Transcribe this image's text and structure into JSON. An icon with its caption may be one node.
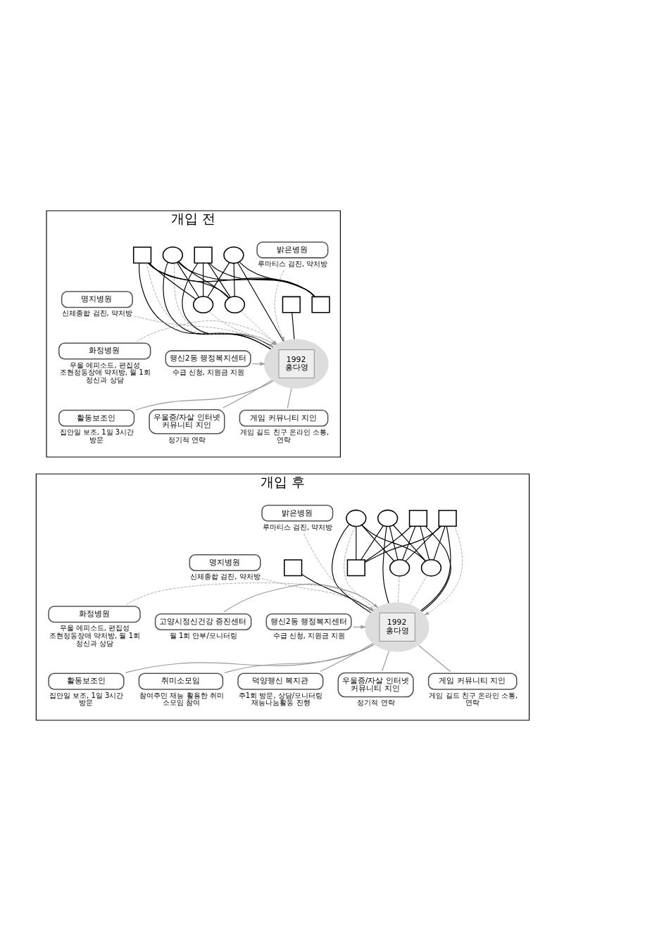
{
  "diagram": {
    "nodes": [
      {
        "text": [
          "개입 전"
        ]
      },
      {
        "text": [],
        "shape": "circle",
        "in": 0
      },
      {
        "text": [],
        "shape": "box",
        "in": 0
      },
      {
        "text": [],
        "shape": "circle",
        "in": 0
      },
      {
        "text": [],
        "shape": "box",
        "in": 0
      },
      {
        "text": [],
        "shape": "circle",
        "in": 0
      },
      {
        "text": [],
        "shape": "circle",
        "in": 0
      },
      {
        "text": [
          "1992",
          "홍다영"
        ],
        "in": 0
      },
      {
        "text": [],
        "shape": "box",
        "in": 0
      },
      {
        "text": [],
        "shape": "box",
        "in": 0
      },
      {
        "text": [
          "밝은병원"
        ],
        "beside": [
          "루마티스 검진, 약처방"
        ],
        "in": 0
      },
      {
        "text": [
          "명지병원"
        ],
        "beside": [
          "신체종합 검진, 약처방"
        ],
        "in": 0
      },
      {
        "text": [
          "화정병원"
        ],
        "beside": [
          "우울 에피소드, 편집성 조현정동장애 약처방, 월 1회 정신과 상담"
        ],
        "in": 0
      },
      {
        "text": [
          "행신2동 행정복지센터"
        ],
        "beside": [
          "수급 신청, 지원금 지원"
        ],
        "in": 0
      },
      {
        "text": [
          "우울증/자살 인터넷 커뮤니티 지인"
        ],
        "beside": [
          "정기적 연락"
        ],
        "in": 0
      },
      {
        "text": [
          "게임 커뮤니티 지인"
        ],
        "beside": [
          "게임 길드 친구 온라인 소통, 연락"
        ],
        "in": 0
      },
      {
        "text": [
          "활동보조인"
        ],
        "beside": [
          "집안일 보조, 1일 3시간 방문"
        ],
        "in": 0
      },
      {
        "text": [
          "개입 후"
        ]
      },
      {
        "text": [],
        "shape": "circle",
        "in": 17
      },
      {
        "text": [],
        "shape": "box",
        "in": 17
      },
      {
        "text": [],
        "shape": "circle",
        "in": 17
      },
      {
        "text": [],
        "shape": "box",
        "in": 17
      },
      {
        "text": [],
        "shape": "circle",
        "in": 17
      },
      {
        "text": [],
        "shape": "circle",
        "in": 17
      },
      {
        "text": [
          "1992",
          "홍다영"
        ],
        "in": 17
      },
      {
        "text": [],
        "shape": "box",
        "in": 17
      },
      {
        "text": [],
        "shape": "box",
        "in": 17
      },
      {
        "text": [
          "밝은병원"
        ],
        "beside": [
          "루마티스 검진, 약처방"
        ],
        "in": 17
      },
      {
        "text": [
          "명지병원"
        ],
        "beside": [
          "신체종합 검진, 약처방"
        ],
        "in": 17
      },
      {
        "text": [
          "화정병원"
        ],
        "beside": [
          "우울 에피소드, 편집성 조현정동장애 약처방, 월 1회 정신과 상담"
        ],
        "in": 17
      },
      {
        "text": [
          "행신2동 행정복지센터"
        ],
        "beside": [
          "수급 신청, 지원금 지원"
        ],
        "in": 17
      },
      {
        "text": [
          "우울증/자살 인터넷 커뮤니티 지인"
        ],
        "beside": [
          "정기적 연락"
        ],
        "in": 17
      },
      {
        "text": [
          "게임 커뮤니티 지인"
        ],
        "beside": [
          "게임 길드 친구 온라인 소통, 연락"
        ],
        "in": 17
      },
      {
        "text": [
          "활동보조인"
        ],
        "beside": [
          "집안일 보조, 1일 3시간 방문"
        ],
        "in": 17
      },
      {
        "text": [
          "고양시정신건강 증진센터"
        ],
        "beside": [
          "월 1회 안부/모니터링"
        ],
        "in": 17
      },
      {
        "text": [
          "취미소모임"
        ],
        "beside": [
          "참여주민 재능 활용한 취미 소모임 참여"
        ],
        "in": 17
      },
      {
        "text": [
          "덕양행신 복지관"
        ],
        "beside": [
          "주1회 방문, 상담/모니터링 재능나눔활동 진행"
        ],
        "in": 17
      }
    ],
    "edges": [
      {
        "from": 1,
        "to": 5,
        "arrow": "none"
      },
      {
        "from": 1,
        "to": 6,
        "arrow": "none"
      },
      {
        "from": 1,
        "to": 7,
        "arrow": "none"
      },
      {
        "from": 1,
        "to": 8,
        "arrow": "none"
      },
      {
        "from": 2,
        "to": 5,
        "arrow": "none"
      },
      {
        "from": 2,
        "to": 6,
        "arrow": "none"
      },
      {
        "from": 2,
        "to": 7,
        "arrow": "none"
      },
      {
        "from": 2,
        "to": 8,
        "arrow": "none"
      },
      {
        "from": 3,
        "to": 5,
        "arrow": "none"
      },
      {
        "from": 3,
        "to": 6,
        "arrow": "none"
      },
      {
        "from": 3,
        "to": 7,
        "arrow": "none"
      },
      {
        "from": 3,
        "to": 8,
        "arrow": "none"
      },
      {
        "from": 4,
        "to": 5,
        "arrow": "none"
      },
      {
        "from": 4,
        "to": 6,
        "arrow": "none"
      },
      {
        "from": 4,
        "to": 7,
        "arrow": "none"
      },
      {
        "from": 4,
        "to": 8,
        "arrow": "none"
      },
      {
        "from": 9,
        "to": 7,
        "arrow": "none"
      },
      {
        "from": 1,
        "to": 7,
        "arrow": "none",
        "style": "dashed",
        "color": "#999999"
      },
      {
        "from": 5,
        "to": 7,
        "arrow": "none",
        "style": "dashed",
        "color": "#999999"
      },
      {
        "from": 6,
        "to": 7,
        "arrow": "none",
        "style": "dashed",
        "color": "#999999"
      },
      {
        "from": 4,
        "to": 7,
        "arrow": "to",
        "style": "dashed",
        "color": "#999999"
      },
      {
        "from": 10,
        "to": 7,
        "arrow": "to",
        "style": "dashed",
        "color": "#999999"
      },
      {
        "from": 11,
        "to": 7,
        "arrow": "to",
        "style": "dashed",
        "color": "#999999"
      },
      {
        "from": 12,
        "to": 7,
        "arrow": "to",
        "style": "dashed",
        "color": "#999999"
      },
      {
        "from": 13,
        "to": 7,
        "arrow": "to",
        "color": "#999999"
      },
      {
        "from": 7,
        "to": 14,
        "arrow": "none",
        "color": "#999999"
      },
      {
        "from": 7,
        "to": 15,
        "arrow": "none",
        "color": "#999999"
      },
      {
        "from": 7,
        "to": 16,
        "arrow": "none",
        "color": "#999999"
      },
      {
        "from": 18,
        "to": 22,
        "arrow": "none"
      },
      {
        "from": 18,
        "to": 23,
        "arrow": "none"
      },
      {
        "from": 18,
        "to": 24,
        "arrow": "none"
      },
      {
        "from": 18,
        "to": 25,
        "arrow": "none"
      },
      {
        "from": 19,
        "to": 22,
        "arrow": "none"
      },
      {
        "from": 19,
        "to": 23,
        "arrow": "none"
      },
      {
        "from": 19,
        "to": 24,
        "arrow": "none"
      },
      {
        "from": 19,
        "to": 25,
        "arrow": "none"
      },
      {
        "from": 20,
        "to": 22,
        "arrow": "none"
      },
      {
        "from": 20,
        "to": 23,
        "arrow": "none"
      },
      {
        "from": 20,
        "to": 24,
        "arrow": "none"
      },
      {
        "from": 20,
        "to": 25,
        "arrow": "none"
      },
      {
        "from": 21,
        "to": 22,
        "arrow": "none"
      },
      {
        "from": 21,
        "to": 23,
        "arrow": "none"
      },
      {
        "from": 21,
        "to": 24,
        "arrow": "none"
      },
      {
        "from": 21,
        "to": 25,
        "arrow": "none"
      },
      {
        "from": 26,
        "to": 24,
        "arrow": "none"
      },
      {
        "from": 18,
        "to": 24,
        "arrow": "none",
        "style": "dashed",
        "color": "#999999"
      },
      {
        "from": 22,
        "to": 24,
        "arrow": "none",
        "style": "dashed",
        "color": "#999999"
      },
      {
        "from": 23,
        "to": 24,
        "arrow": "none",
        "style": "dashed",
        "color": "#999999"
      },
      {
        "from": 21,
        "to": 24,
        "arrow": "to",
        "style": "dashed",
        "color": "#999999"
      },
      {
        "from": 27,
        "to": 24,
        "arrow": "to",
        "style": "dashed",
        "color": "#999999"
      },
      {
        "from": 28,
        "to": 24,
        "arrow": "to",
        "style": "dashed",
        "color": "#999999"
      },
      {
        "from": 29,
        "to": 24,
        "arrow": "to",
        "style": "dashed",
        "color": "#999999"
      },
      {
        "from": 30,
        "to": 24,
        "arrow": "to",
        "color": "#999999"
      },
      {
        "from": 24,
        "to": 31,
        "arrow": "none",
        "color": "#999999"
      },
      {
        "from": 24,
        "to": 32,
        "arrow": "none",
        "color": "#999999"
      },
      {
        "from": 24,
        "to": 33,
        "arrow": "none",
        "color": "#999999"
      },
      {
        "from": 24,
        "to": 34,
        "arrow": "none",
        "color": "#999999"
      },
      {
        "from": 24,
        "to": 35,
        "arrow": "none",
        "color": "#999999"
      },
      {
        "from": 24,
        "to": 36,
        "arrow": "none",
        "color": "#999999"
      }
    ]
  }
}
